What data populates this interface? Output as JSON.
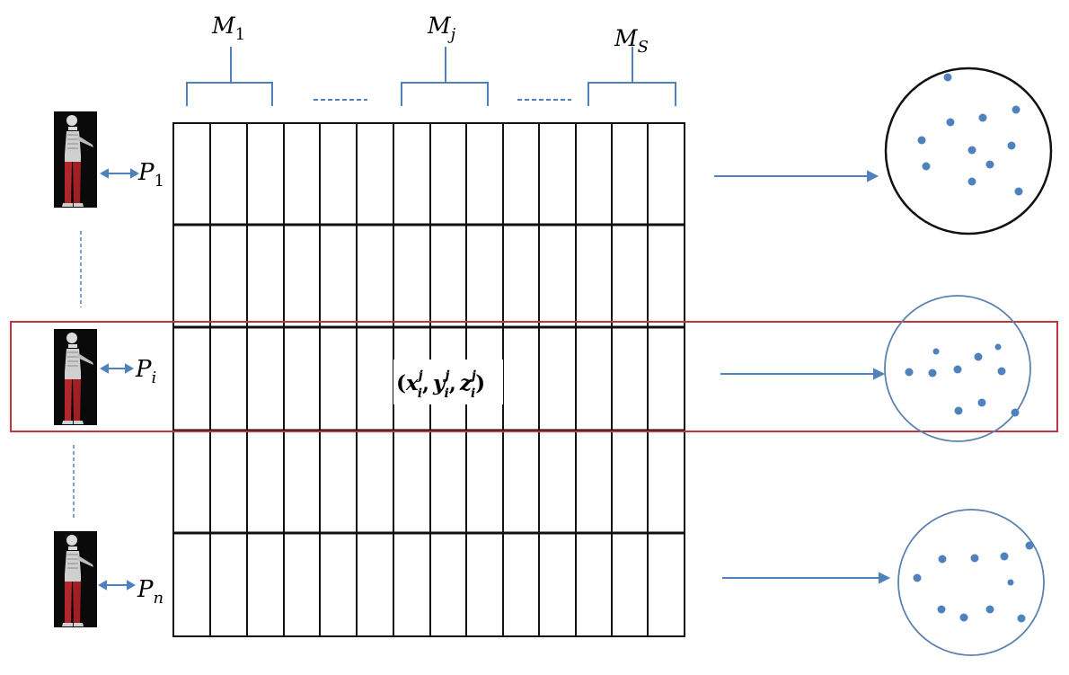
{
  "labels": {
    "m1": {
      "base": "M",
      "sub": "1"
    },
    "mj": {
      "base": "M",
      "sub": "j"
    },
    "ms": {
      "base": "M",
      "sub": "S"
    },
    "p1": {
      "base": "P",
      "sub": "1"
    },
    "pi": {
      "base": "P",
      "sub": "i"
    },
    "pn": {
      "base": "P",
      "sub": "n"
    },
    "cell": {
      "open": "(",
      "x": "x",
      "y": "y",
      "z": "z",
      "sup": "j",
      "sub": "i",
      "sep": ",",
      "close": ")"
    }
  },
  "colors": {
    "grid": "#111111",
    "accent": "#4f81bd",
    "highlight": "#c0363c",
    "dot": "#4f81bd",
    "circle_top": "#111111",
    "skeleton_bg": "#0a0a0a",
    "muscle": "#b3262b",
    "bone": "#dcdcdc"
  },
  "icons": {
    "person_icon": "skeleton-figure-icon",
    "arrow_icon": "double-arrow-icon",
    "point_cloud": "point-cloud-circle"
  }
}
